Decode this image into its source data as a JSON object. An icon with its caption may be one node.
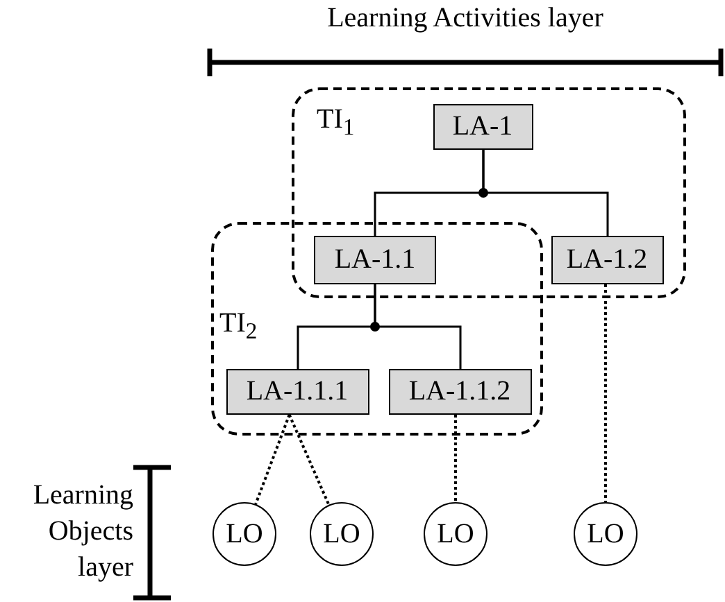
{
  "diagram": {
    "nodes": [
      {
        "text": [
          "TI$_{1}$"
        ]
      },
      {
        "text": [
          "LA-1"
        ],
        "in": 0
      },
      {
        "text": [
          "LA-1.1"
        ]
      },
      {
        "text": [
          "LA-1.2"
        ],
        "in": 0
      },
      {
        "text": [
          "TI$_{2}$"
        ]
      },
      {
        "text": [
          "LA-1.1.1"
        ],
        "in": 4
      },
      {
        "text": [
          "LA-1.1.2"
        ],
        "in": 4
      },
      {
        "text": [
          "LO"
        ]
      },
      {
        "text": [
          "LO"
        ]
      },
      {
        "text": [
          "LO"
        ]
      },
      {
        "text": [
          "LO"
        ]
      }
    ],
    "edges": [
      {
        "from": 1,
        "to": 2,
        "arrow": "none"
      },
      {
        "from": 1,
        "to": 3,
        "arrow": "none"
      },
      {
        "from": 2,
        "to": 5,
        "arrow": "none"
      },
      {
        "from": 2,
        "to": 6,
        "arrow": "none"
      },
      {
        "from": 5,
        "to": 7,
        "arrow": "none",
        "style": "dashed"
      },
      {
        "from": 5,
        "to": 8,
        "arrow": "none",
        "style": "dashed"
      },
      {
        "from": 6,
        "to": 9,
        "arrow": "none",
        "style": "dashed"
      },
      {
        "from": 3,
        "to": 10,
        "arrow": "none",
        "style": "dashed"
      }
    ],
    "labels": [
      "Learning Activities layer",
      "Learning Objects layer"
    ]
  }
}
